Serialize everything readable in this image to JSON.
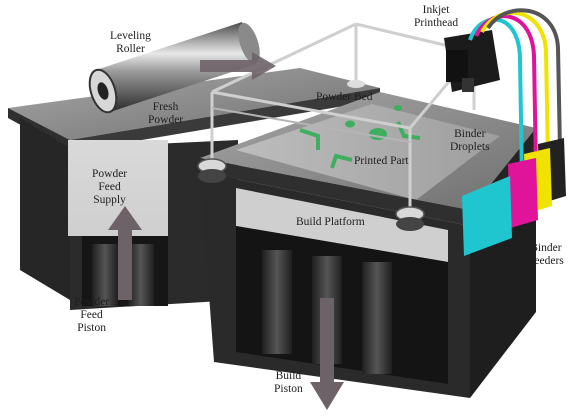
{
  "labels": {
    "leveling_roller": [
      "Leveling",
      "Roller"
    ],
    "fresh_powder": [
      "Fresh",
      "Powder"
    ],
    "powder_bed": "Powder Bed",
    "inkjet_printhead": [
      "Inkjet",
      "Printhead"
    ],
    "binder_droplets": [
      "Binder",
      "Droplets"
    ],
    "printed_part": "Printed Part",
    "powder_feed_supply": [
      "Powder",
      "Feed",
      "Supply"
    ],
    "build_platform": "Build Platform",
    "binder_feeders": [
      "Binder",
      "Feeders"
    ],
    "powder_feed_piston": [
      "Powder",
      "Feed",
      "Piston"
    ],
    "build_piston": [
      "Build",
      "Piston"
    ]
  },
  "colors": {
    "body_dark": "#2b2b2b",
    "top_surface": "#8f8f8f",
    "powder_bed": "#b9b9b9",
    "printed_part": "#3fae5f",
    "cyan_cartridge": "#1fc6d0",
    "magenta_cartridge": "#e0139b",
    "yellow_cartridge": "#f1e300",
    "black_cartridge": "#222222",
    "arrow": "#6d6268"
  }
}
